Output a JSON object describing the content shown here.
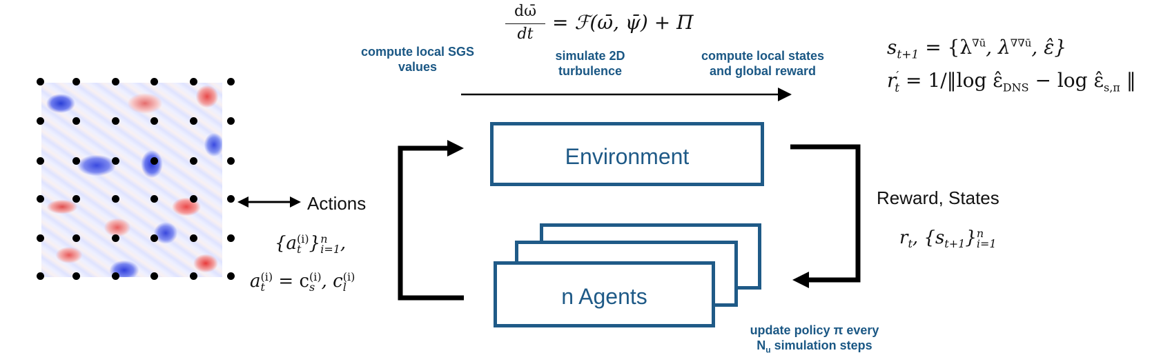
{
  "top_equation": {
    "numerator": "dω̄",
    "denominator": "dt",
    "rhs": "= ℱ(ω̄, ψ̄) + Π"
  },
  "labels": {
    "compute_sgs": [
      "compute local SGS",
      "values"
    ],
    "simulate": [
      "simulate 2D",
      "turbulence"
    ],
    "compute_states": [
      "compute local states",
      "and global reward"
    ],
    "update_policy_line1": "update policy π every",
    "update_policy_line2_main": "N",
    "update_policy_line2_sub": "u",
    "update_policy_line2_rest": " simulation steps"
  },
  "state_equation": {
    "lhs": "s",
    "lhs_sub": "t+1",
    "rhs": "= {λ",
    "sup1": "∇ū",
    "mid": ", λ",
    "sup2": "∇∇ū",
    "end": ", ε̂}"
  },
  "reward_equation": {
    "lhs": "r",
    "lhs_sup": "′",
    "lhs_sub": "t",
    "rhs_start": "= 1/‖log ε̂",
    "sub1": "DNS",
    "mid": " − log ε̂",
    "sub2": "s,π",
    "end": " ‖"
  },
  "boxes": {
    "environment": "Environment",
    "agents": "n Agents"
  },
  "actions_label": "Actions",
  "actions_math": {
    "set_open": "{a",
    "set_sup": "(i)",
    "set_sub": "t",
    "set_close": "}",
    "set_sup_n": "n",
    "set_sub_i": "i=1",
    "comma": ",",
    "a": "a",
    "a_sup": "(i)",
    "a_sub": "t",
    "eq": " = c",
    "cs_sup": "(i)",
    "cs_sub": "s",
    "sep": ", c",
    "cl_sup": "(i)",
    "cl_sub": "l"
  },
  "reward_label": "Reward, States",
  "reward_math": {
    "r": "r",
    "r_sub": "t",
    "set": ", {s",
    "set_sub": "t+1",
    "close": "}",
    "sup_n": "n",
    "sub_i": "i=1"
  },
  "colors": {
    "accent": "#1f5a87",
    "label_blue": "#1a5784"
  }
}
